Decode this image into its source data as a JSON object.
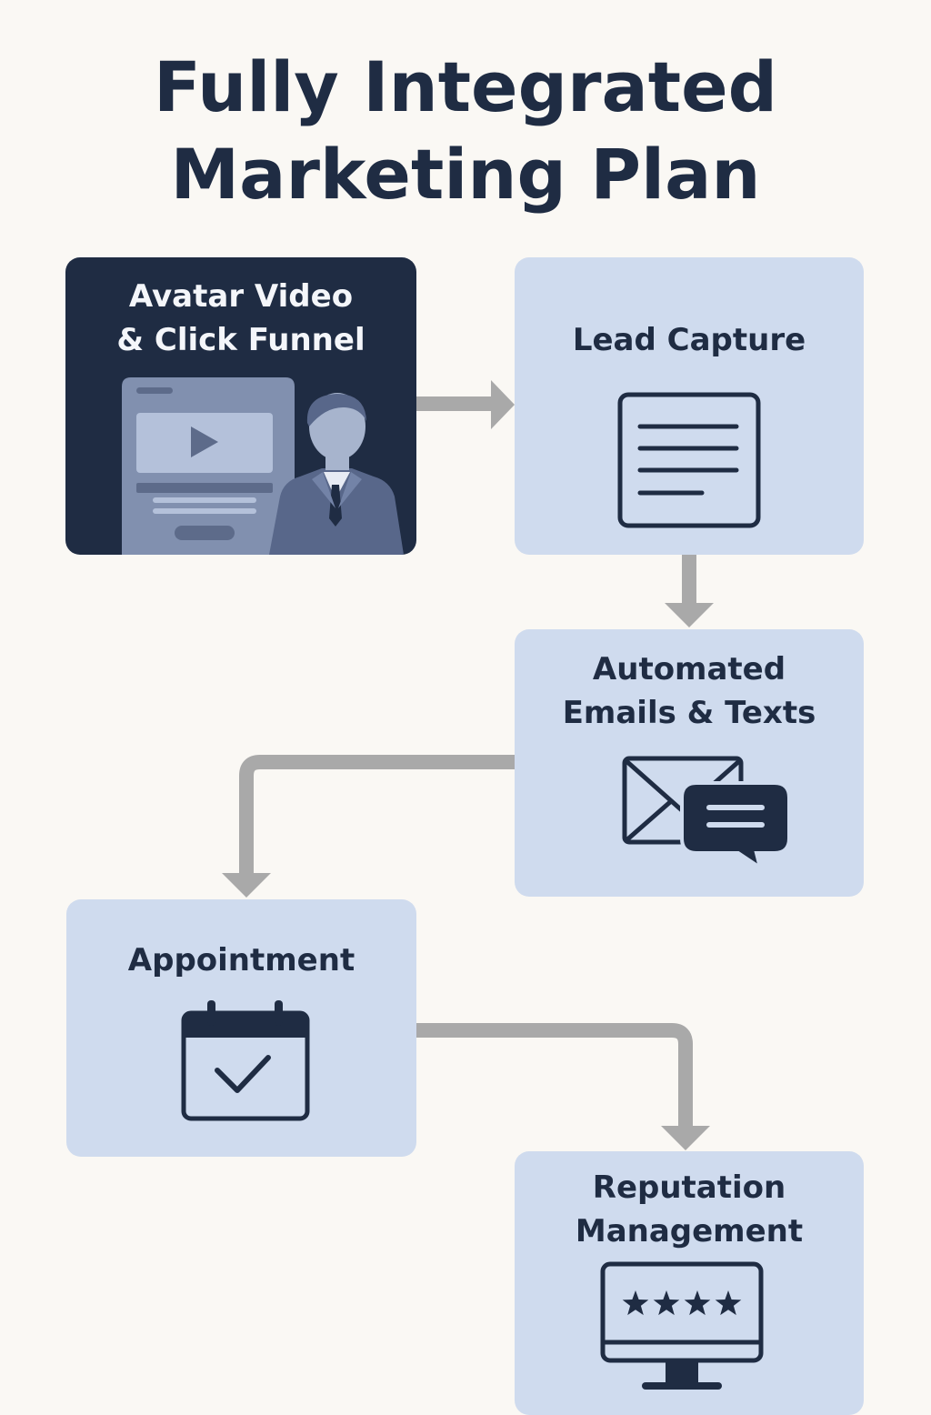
{
  "title": {
    "line1": "Fully Integrated",
    "line2": "Marketing Plan"
  },
  "steps": [
    {
      "line1": "Avatar Video",
      "line2": "& Click Funnel",
      "icon": "video-funnel-avatar-icon"
    },
    {
      "line1": "Lead Capture",
      "line2": "",
      "icon": "form-document-icon"
    },
    {
      "line1": "Automated",
      "line2": "Emails & Texts",
      "icon": "email-chat-icon"
    },
    {
      "line1": "Appointment",
      "line2": "",
      "icon": "calendar-check-icon"
    },
    {
      "line1": "Reputation",
      "line2": "Management",
      "icon": "monitor-stars-icon"
    }
  ],
  "rating_stars": 4,
  "colors": {
    "background": "#faf8f4",
    "card": "#cfdbee",
    "card_dark": "#1f2c43",
    "text": "#1f2c43",
    "connector": "#a9a9a9"
  }
}
